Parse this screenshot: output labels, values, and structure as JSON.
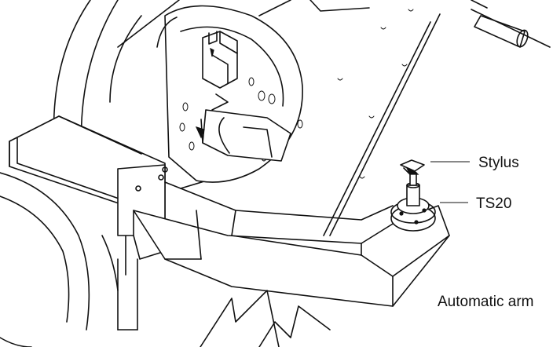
{
  "labels": {
    "stylus": "Stylus",
    "ts20": "TS20",
    "arm": "Automatic arm"
  }
}
